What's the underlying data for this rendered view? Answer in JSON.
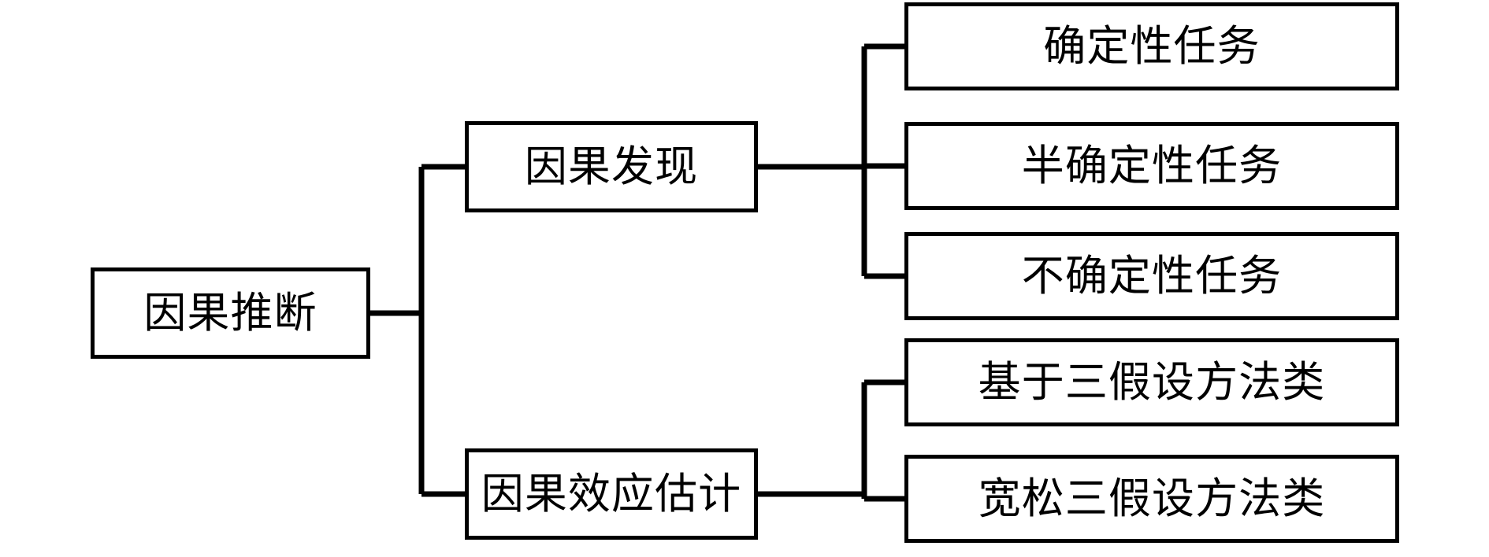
{
  "diagram": {
    "type": "tree-hierarchy",
    "orientation": "left-to-right",
    "background_color": "#ffffff",
    "line_color": "#000000",
    "text_color": "#000000",
    "root": {
      "id": "causal-inference",
      "label": "因果推断"
    },
    "level2": [
      {
        "id": "causal-discovery",
        "label": "因果发现",
        "children": [
          "deterministic-task",
          "semi-deterministic-task",
          "non-deterministic-task"
        ]
      },
      {
        "id": "causal-effect-estimation",
        "label": "因果效应估计",
        "children": [
          "three-assumption-methods",
          "relaxed-three-assumption-methods"
        ]
      }
    ],
    "leaves": [
      {
        "id": "deterministic-task",
        "label": "确定性任务"
      },
      {
        "id": "semi-deterministic-task",
        "label": "半确定性任务"
      },
      {
        "id": "non-deterministic-task",
        "label": "不确定性任务"
      },
      {
        "id": "three-assumption-methods",
        "label": "基于三假设方法类"
      },
      {
        "id": "relaxed-three-assumption-methods",
        "label": "宽松三假设方法类"
      }
    ]
  }
}
